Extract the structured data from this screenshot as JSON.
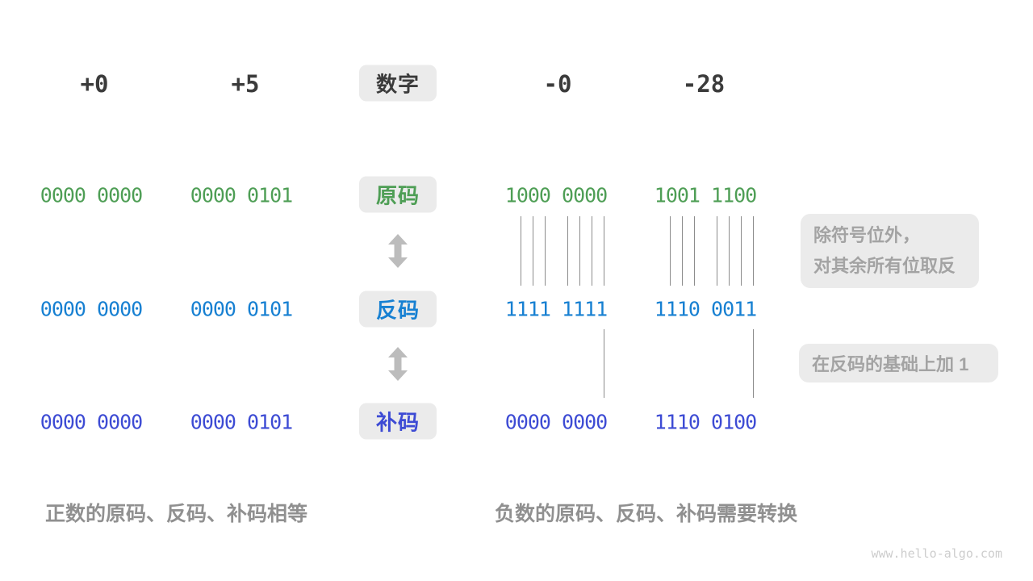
{
  "header": {
    "numbers": [
      "+0",
      "+5",
      "-0",
      "-28"
    ],
    "label": "数字"
  },
  "rows": {
    "sign": {
      "label": "原码",
      "values": [
        "0000 0000",
        "0000 0101",
        "1000 0000",
        "1001 1100"
      ]
    },
    "ones": {
      "label": "反码",
      "values": [
        "0000 0000",
        "0000 0101",
        "1111 1111",
        "1110 0011"
      ]
    },
    "twos": {
      "label": "补码",
      "values": [
        "0000 0000",
        "0000 0101",
        "0000 0000",
        "1110 0100"
      ]
    }
  },
  "annotations": {
    "invert_line1": "除符号位外，",
    "invert_line2": "对其余所有位取反",
    "add_one": "在反码的基础上加 1"
  },
  "captions": {
    "positive": "正数的原码、反码、补码相等",
    "negative": "负数的原码、反码、补码需要转换"
  },
  "watermark": "www.hello-algo.com",
  "colors": {
    "sign_magnitude_green": "#4e9e55",
    "ones_complement_blue": "#1780d2",
    "twos_complement_indigo": "#3d4bd4",
    "chip_background": "#ebebeb",
    "dark_text": "#3b3b3b",
    "muted_gray_text": "#a3a3a3",
    "arrow_gray": "#bcbcbc"
  }
}
